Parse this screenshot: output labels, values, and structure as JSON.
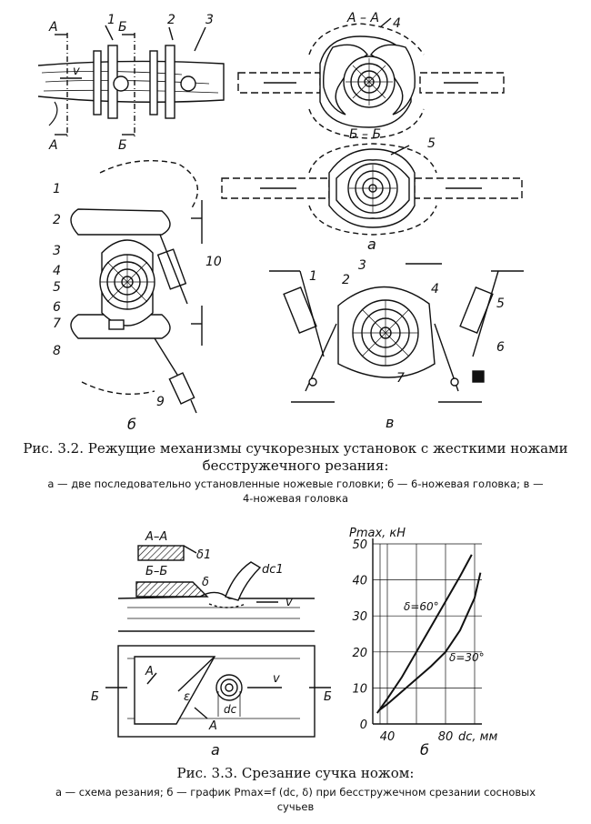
{
  "figure1": {
    "section_a": {
      "label_a1": "А",
      "label_a2": "А",
      "label_b1": "Б",
      "label_b2": "Б",
      "v_label": "v",
      "num1": "1",
      "num2": "2",
      "num3": "3"
    },
    "section_aa": {
      "title": "А – А",
      "num4": "4"
    },
    "section_bb": {
      "title": "Б – Б",
      "num5": "5",
      "panel_label": "а"
    },
    "panel_b": {
      "nums": [
        "1",
        "2",
        "3",
        "4",
        "5",
        "6",
        "7",
        "8",
        "9",
        "10"
      ],
      "panel_label": "б"
    },
    "panel_v": {
      "nums": [
        "1",
        "2",
        "3",
        "4",
        "5",
        "6",
        "7"
      ],
      "panel_label": "в"
    },
    "caption_title": "Рис. 3.2. Режущие механизмы сучкорезных установок с жесткими ножами",
    "caption_title_2": "бесстружечного резания:",
    "caption_sub_1": "а — две последовательно установленные ножевые головки; б — 6-ножевая головка; в —",
    "caption_sub_2": "4-ножевая головка"
  },
  "figure2": {
    "scheme": {
      "aa": "А–А",
      "bb": "Б–Б",
      "delta1": "δ1",
      "delta": "δ",
      "dc1": "dc1",
      "v1": "v",
      "v2": "v",
      "b_left": "Б",
      "b_right": "Б",
      "a_top": "А",
      "a_bottom": "А",
      "epsilon": "ε",
      "dc": "dc",
      "panel_label": "а"
    },
    "graph_panel_label": "б",
    "caption_title": "Рис. 3.3. Срезание сучка ножом:",
    "caption_sub_1": "а — схема резания; б — график Pmax=f (dc, δ) при бесстружечном срезании сосновых",
    "caption_sub_2": "сучьев"
  },
  "chart_data": {
    "type": "line",
    "ylabel": "Pmax, кН",
    "xlabel": "dc, мм",
    "xlim": [
      30,
      105
    ],
    "ylim": [
      0,
      50
    ],
    "x_ticks": [
      40,
      80
    ],
    "y_ticks": [
      0,
      10,
      20,
      30,
      40,
      50
    ],
    "grid": true,
    "series": [
      {
        "name": "δ=60°",
        "x": [
          33,
          40,
          50,
          60,
          70,
          80,
          90,
          98
        ],
        "y": [
          3,
          7,
          13,
          20,
          27,
          34,
          41,
          47
        ]
      },
      {
        "name": "δ=30°",
        "x": [
          35,
          40,
          50,
          60,
          70,
          80,
          90,
          100,
          104
        ],
        "y": [
          4,
          5.5,
          9,
          12.5,
          16,
          20,
          26,
          35,
          42
        ]
      }
    ]
  }
}
